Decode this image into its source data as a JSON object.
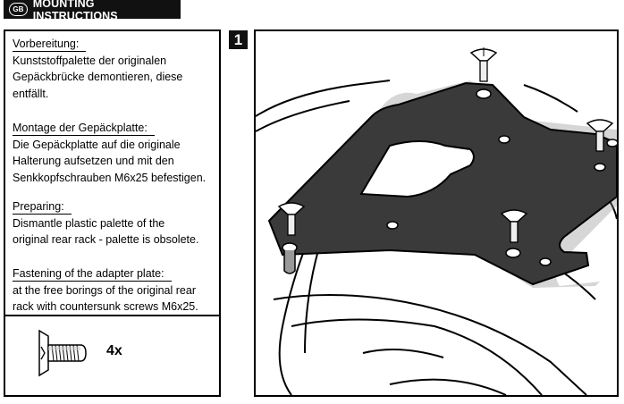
{
  "header": {
    "badge": "GB",
    "title": "MOUNTING INSTRUCTIONS"
  },
  "step_number": "1",
  "sections": [
    {
      "title": "Vorbereitung:",
      "body": "Kunststoffpalette der originalen\nGepäckbrücke demontieren, diese\nentfällt."
    },
    {
      "title": "Montage der Gepäckplatte:",
      "body": "Die Gepäckplatte auf die originale\nHalterung aufsetzen und mit den\nSenkkopfschrauben M6x25 befestigen."
    },
    {
      "title": "Preparing:",
      "body": "Dismantle plastic palette of the\noriginal rear rack - palette is obsolete."
    },
    {
      "title": "Fastening of the adapter plate:",
      "body": "at the free borings of the original rear\nrack with countersunk screws M6x25."
    }
  ],
  "parts": {
    "quantity": "4x",
    "icon": "countersunk-screw-icon"
  }
}
